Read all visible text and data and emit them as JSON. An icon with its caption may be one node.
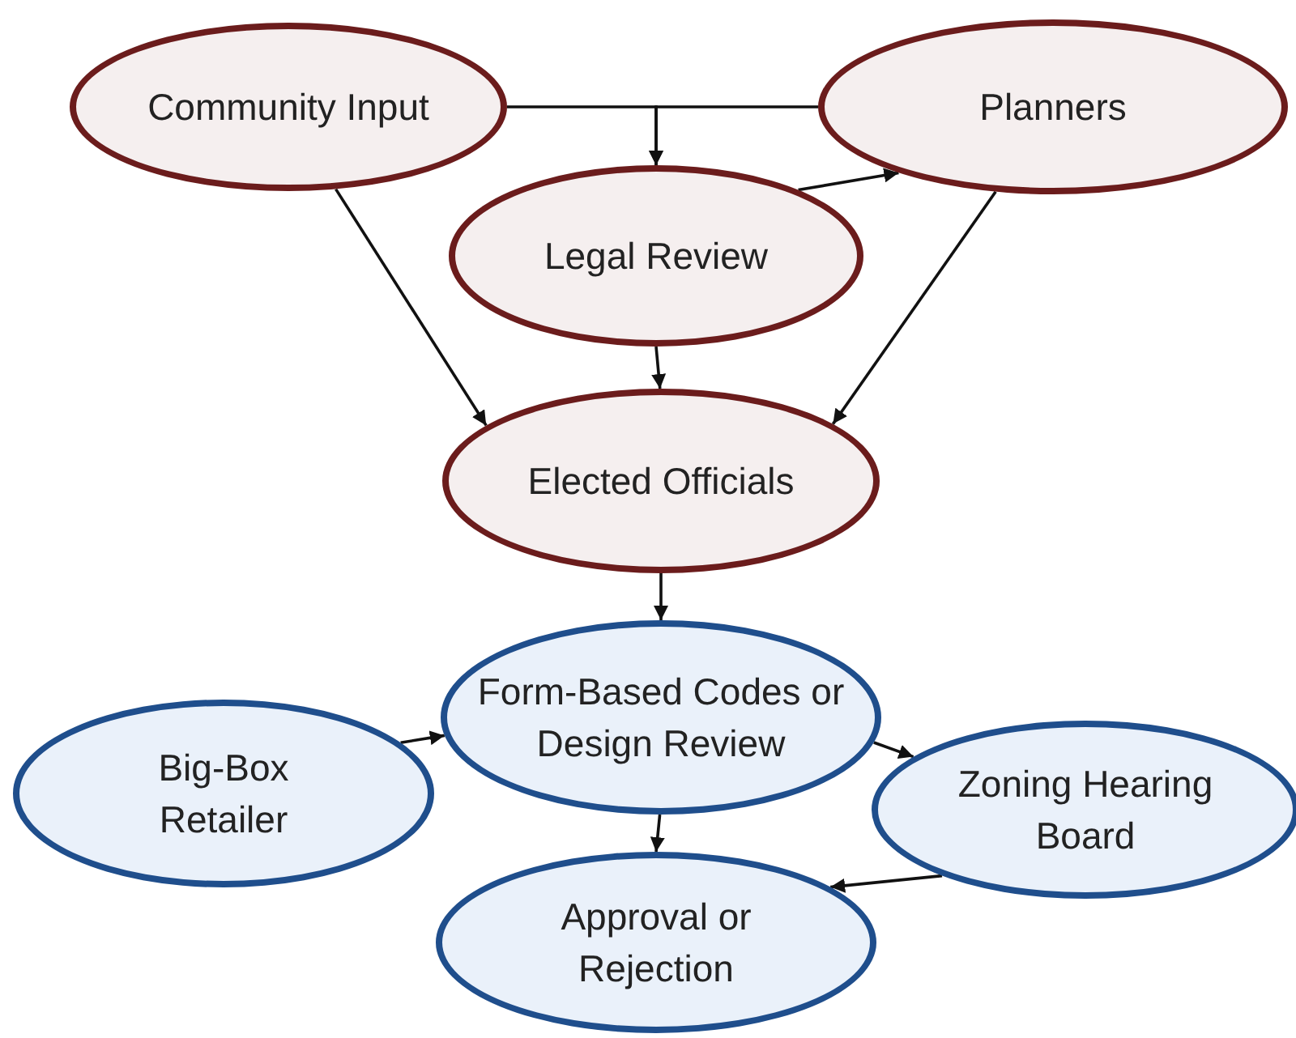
{
  "diagram": {
    "nodes": [
      {
        "text": [
          "Community Input"
        ]
      },
      {
        "text": [
          "Planners"
        ]
      },
      {
        "text": [
          "Legal Review"
        ]
      },
      {
        "text": [
          "Elected Officials"
        ]
      },
      {
        "text": [
          "Form-Based Codes or Design Review"
        ]
      },
      {
        "text": [
          "Big-Box Retailer"
        ]
      },
      {
        "text": [
          "Zoning Hearing Board"
        ]
      },
      {
        "text": [
          "Approval or Rejection"
        ]
      }
    ],
    "edges": [
      {
        "from": 0,
        "to": 2,
        "arrow": "to"
      },
      {
        "from": 1,
        "to": 2,
        "arrow": "to"
      },
      {
        "from": 2,
        "to": 1,
        "arrow": "to"
      },
      {
        "from": 0,
        "to": 3,
        "arrow": "to"
      },
      {
        "from": 2,
        "to": 3,
        "arrow": "to"
      },
      {
        "from": 1,
        "to": 3,
        "arrow": "to"
      },
      {
        "from": 3,
        "to": 4,
        "arrow": "to"
      },
      {
        "from": 5,
        "to": 4,
        "arrow": "to"
      },
      {
        "from": 4,
        "to": 6,
        "arrow": "to"
      },
      {
        "from": 4,
        "to": 7,
        "arrow": "to"
      },
      {
        "from": 6,
        "to": 7,
        "arrow": "to"
      }
    ]
  }
}
